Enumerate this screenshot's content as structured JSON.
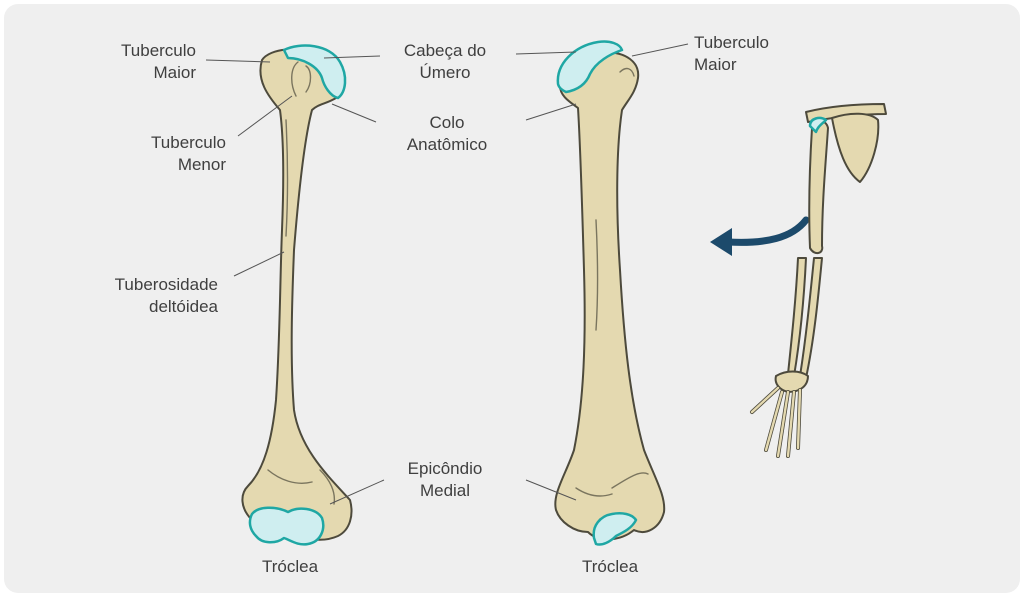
{
  "colors": {
    "background": "#efefef",
    "bone_fill": "#e4d9b0",
    "bone_stroke": "#4d4a3c",
    "cartilage_fill": "#cfeef0",
    "cartilage_stroke": "#1fa7a4",
    "arrow": "#1c4a6b",
    "label_text": "#3f3f3f",
    "leader_line": "#555555"
  },
  "labels": {
    "left_tuberculo_maior": [
      "Tuberculo",
      "Maior"
    ],
    "tuberculo_menor": [
      "Tuberculo",
      "Menor"
    ],
    "tuberosidade_deltoidea": [
      "Tuberosidade",
      "deltóidea"
    ],
    "cabeca_do_umero": [
      "Cabeça do",
      "Úmero"
    ],
    "colo_anatomico": [
      "Colo",
      "Anatômico"
    ],
    "epicondilo_medial": [
      "Epicôndio",
      "Medial"
    ],
    "right_tuberculo_maior": [
      "Tuberculo",
      "Maior"
    ],
    "left_troclea": "Tróclea",
    "right_troclea": "Tróclea"
  },
  "icons": {
    "arrow": "curved-arrow-left-icon",
    "arm_skeleton": "arm-skeleton-icon"
  }
}
